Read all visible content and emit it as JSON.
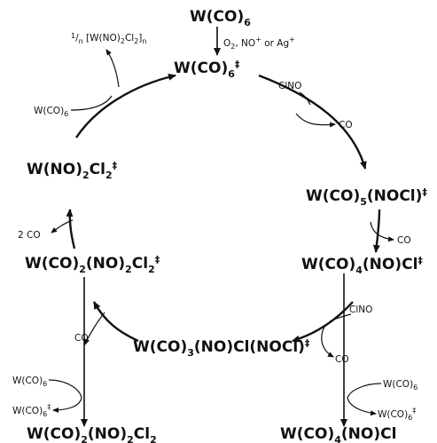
{
  "species": {
    "top_start": [
      "W(CO)",
      "6"
    ],
    "cat_top": [
      "W(CO)",
      "6",
      "‡"
    ],
    "right_1": [
      "W(CO)",
      "5",
      "(NOCl)",
      "‡"
    ],
    "right_2": [
      "W(CO)",
      "4",
      "(NO)Cl",
      "‡"
    ],
    "bottom": [
      "W(CO)",
      "3",
      "(NO)Cl(NOCl)",
      "‡"
    ],
    "left_2": [
      "W(CO)",
      "2",
      "(NO)",
      "2",
      "Cl",
      "2",
      "‡"
    ],
    "left_1": [
      "W(NO)",
      "2",
      "Cl",
      "2",
      "‡"
    ],
    "product_left": [
      "W(CO)",
      "2",
      "(NO)",
      "2",
      "Cl",
      "2"
    ],
    "product_right": [
      "W(CO)",
      "4",
      "(NO)Cl"
    ]
  },
  "labels": {
    "oxidants": [
      "O",
      "2",
      ", NO",
      "+",
      " or Ag",
      "+"
    ],
    "clno_top": "ClNO",
    "co_right_1": "CO",
    "co_right_2": "CO",
    "clno_mid": "ClNO",
    "co_mid": "CO",
    "co_left": "CO",
    "two_co": "2 CO",
    "wco6_left_top": [
      "W(CO)",
      "6"
    ],
    "wco6_left_bottom": [
      "W(CO)",
      "6"
    ],
    "wco6_cat_left_bottom": [
      "W(CO)",
      "6",
      "‡"
    ],
    "wco6_right_bottom": [
      "W(CO)",
      "6"
    ],
    "wco6_cat_right_bottom": [
      "W(CO)",
      "6",
      "‡"
    ],
    "polymer": [
      "1",
      "/",
      "n",
      " [W(NO)",
      "2",
      "Cl",
      "2",
      "]",
      "n"
    ]
  }
}
